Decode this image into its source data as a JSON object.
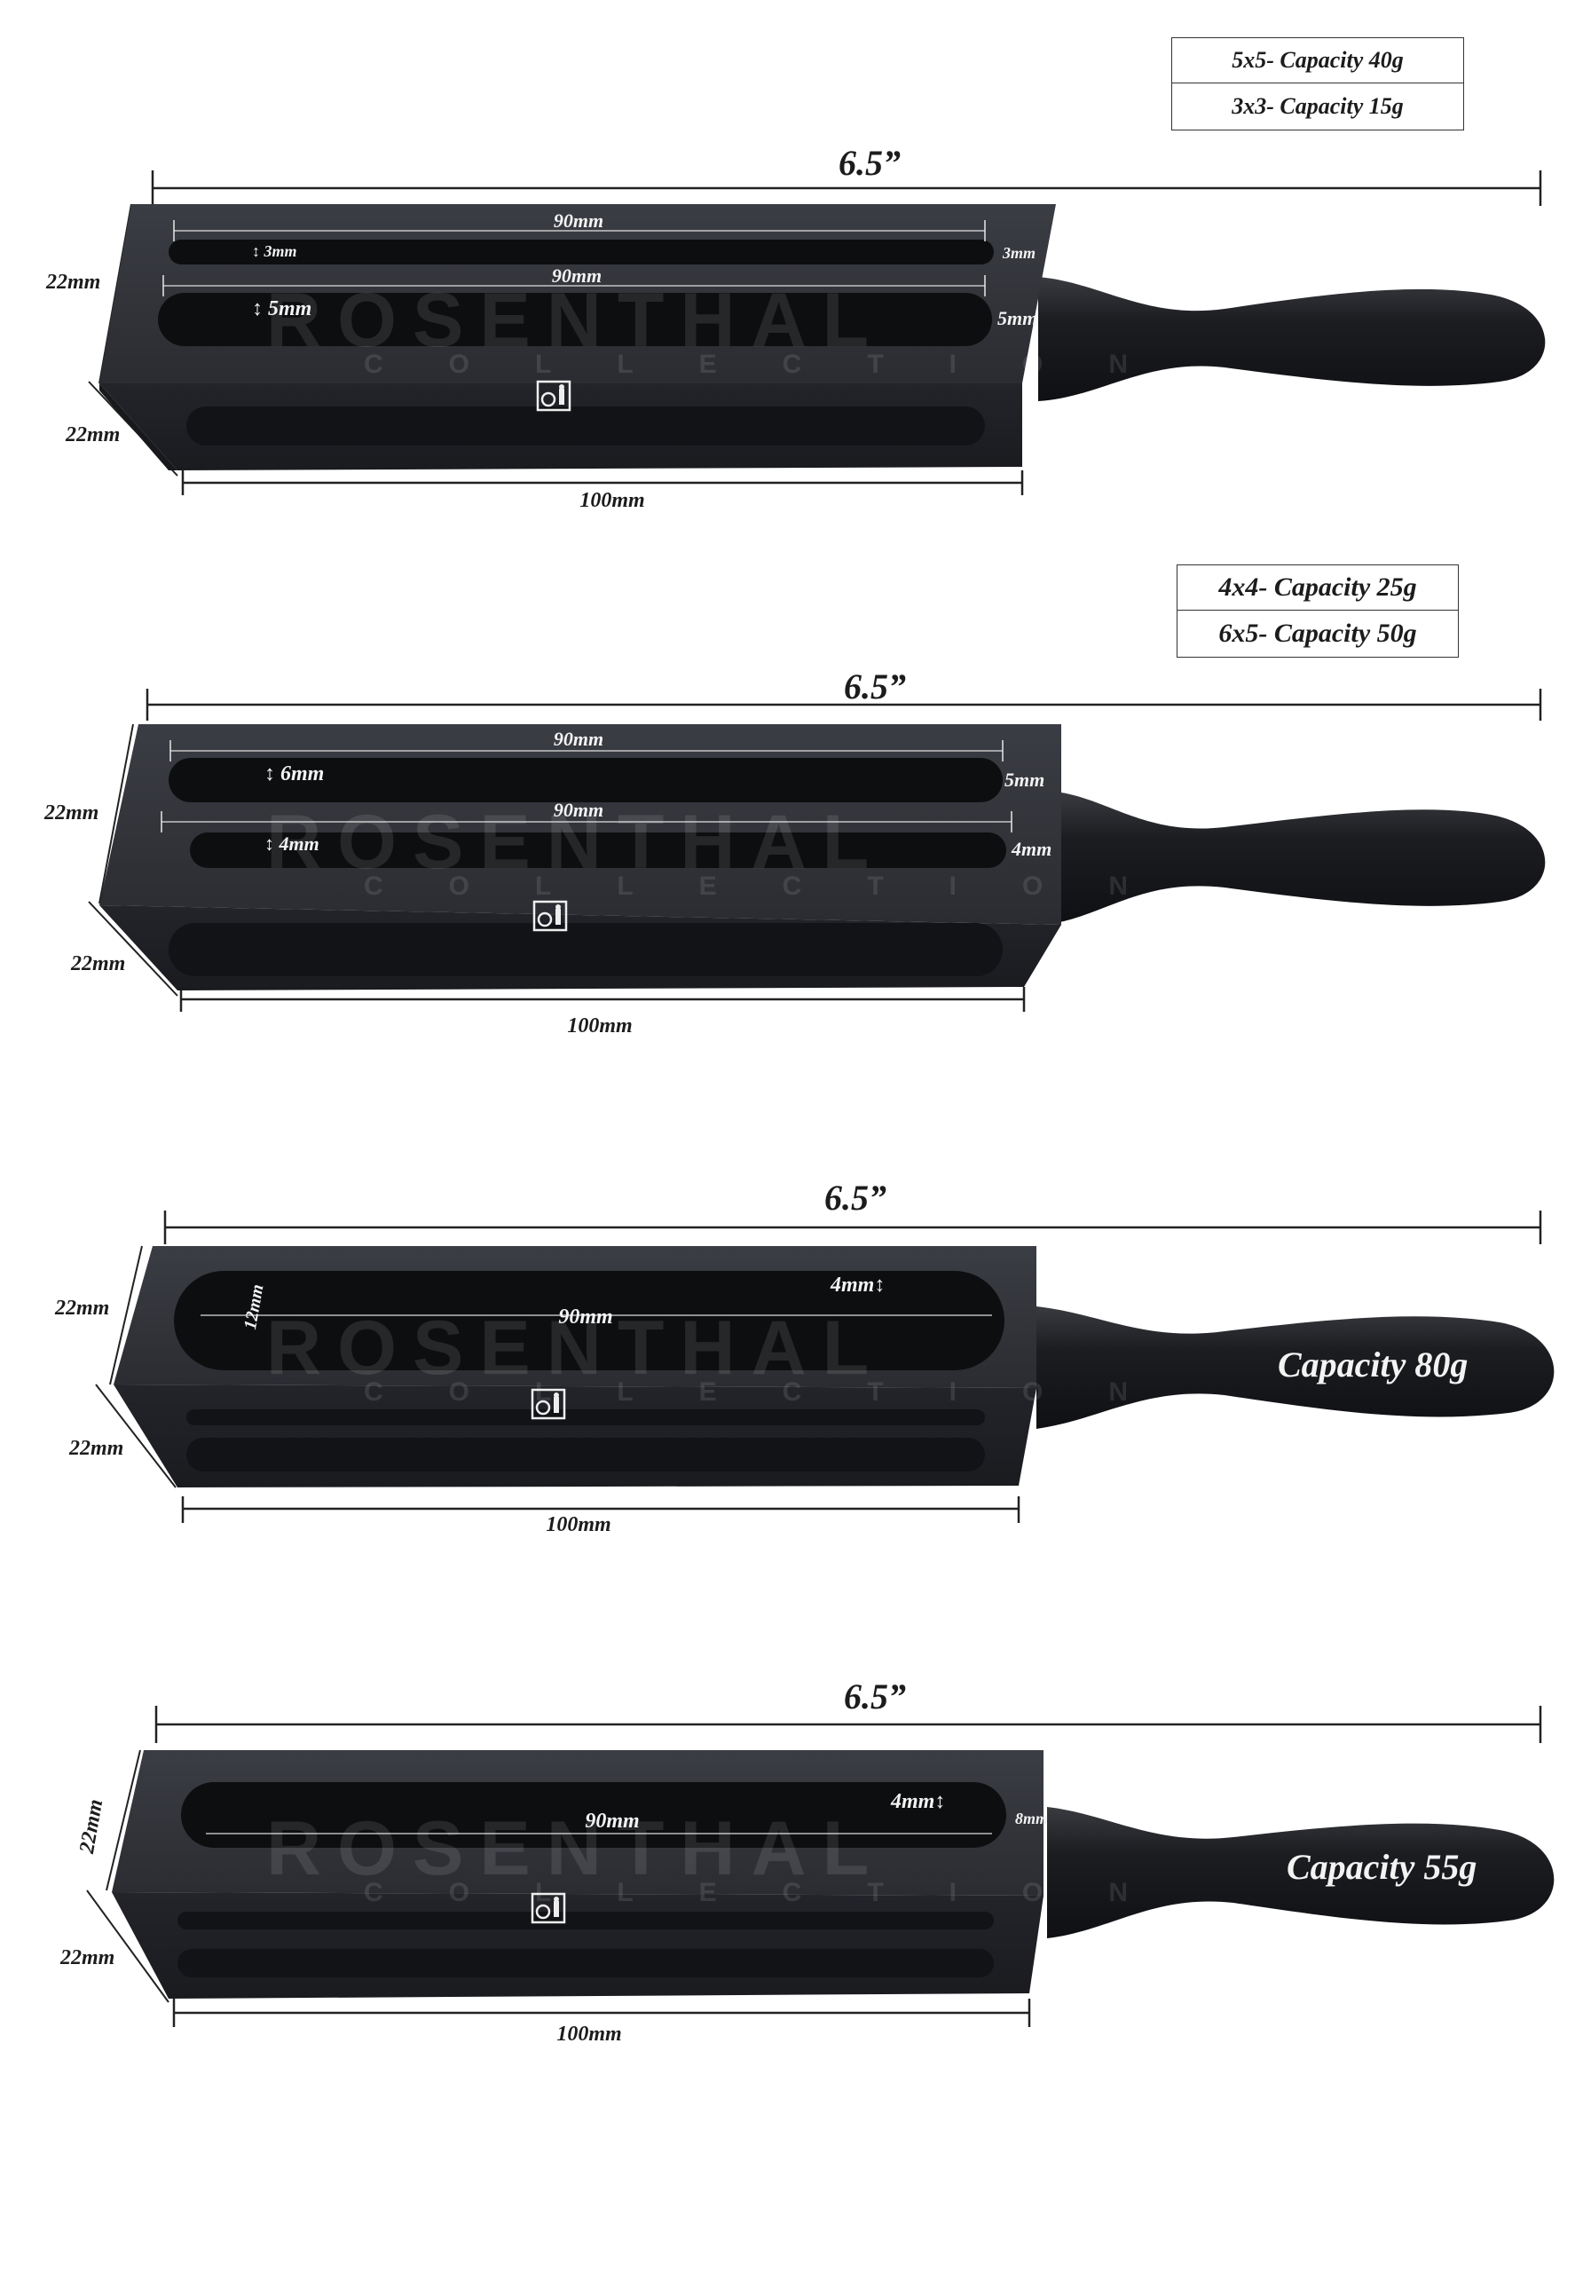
{
  "watermark": {
    "brand": "ROSENTHAL",
    "sub": "COLLECTION"
  },
  "colors": {
    "metal": "#26272c",
    "metal_top": "#33353b",
    "line": "#222222",
    "handle": "#15161a"
  },
  "icons": {
    "mark": "logo-stamp-icon"
  },
  "molds": [
    {
      "capacities": [
        "5x5- Capacity 40g",
        "3x3- Capacity 15g"
      ],
      "length_label": "6.5”",
      "height_label": "22mm",
      "depth_label": "22mm",
      "base_label": "100mm",
      "slot_labels": [
        "90mm",
        "90mm"
      ],
      "slot_widths": [
        "↕ 3mm",
        "↕ 5mm"
      ],
      "slot_ends": [
        "3mm",
        "5mm"
      ],
      "handle_caption": ""
    },
    {
      "capacities": [
        "4x4- Capacity 25g",
        "6x5- Capacity 50g"
      ],
      "length_label": "6.5”",
      "height_label": "22mm",
      "depth_label": "22mm",
      "base_label": "100mm",
      "slot_labels": [
        "90mm",
        "90mm"
      ],
      "slot_widths": [
        "↕ 6mm",
        "↕ 4mm"
      ],
      "slot_ends": [
        "5mm",
        "4mm"
      ],
      "handle_caption": ""
    },
    {
      "capacities": [],
      "length_label": "6.5”",
      "height_label": "22mm",
      "depth_label": "22mm",
      "base_label": "100mm",
      "slot_labels": [
        "90mm"
      ],
      "slot_widths": [
        "12mm"
      ],
      "slot_ends": [
        "4mm↕"
      ],
      "handle_caption": "Capacity 80g"
    },
    {
      "capacities": [],
      "length_label": "6.5”",
      "height_label": "22mm",
      "depth_label": "22mm",
      "base_label": "100mm",
      "slot_labels": [
        "90mm"
      ],
      "slot_widths": [],
      "slot_ends": [
        "4mm↕",
        "8mm"
      ],
      "handle_caption": "Capacity 55g"
    }
  ]
}
